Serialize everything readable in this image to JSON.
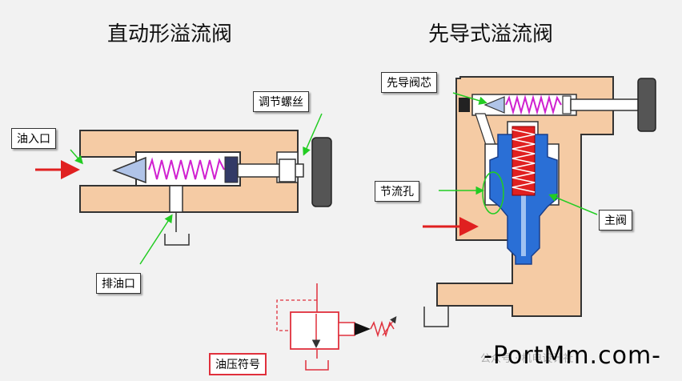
{
  "left": {
    "title": "直动形溢流阀",
    "labels": {
      "adjust_screw": "调节螺丝",
      "oil_inlet": "油入口",
      "drain": "排油口"
    }
  },
  "right": {
    "title": "先导式溢流阀",
    "labels": {
      "pilot_core": "先导阀芯",
      "orifice": "节流孔",
      "main_valve": "主阀"
    }
  },
  "symbol": {
    "label": "油压符号"
  },
  "watermark": "-PortMm.com-",
  "watermark_sub": "公众号 · 机电设计社",
  "colors": {
    "body": "#f5cba4",
    "core": "#b0c4e8",
    "spring": "#d020d0",
    "arrow": "#e02020",
    "pointer": "#22cc22",
    "knob": "#555555",
    "symbol": "#e0303c"
  }
}
